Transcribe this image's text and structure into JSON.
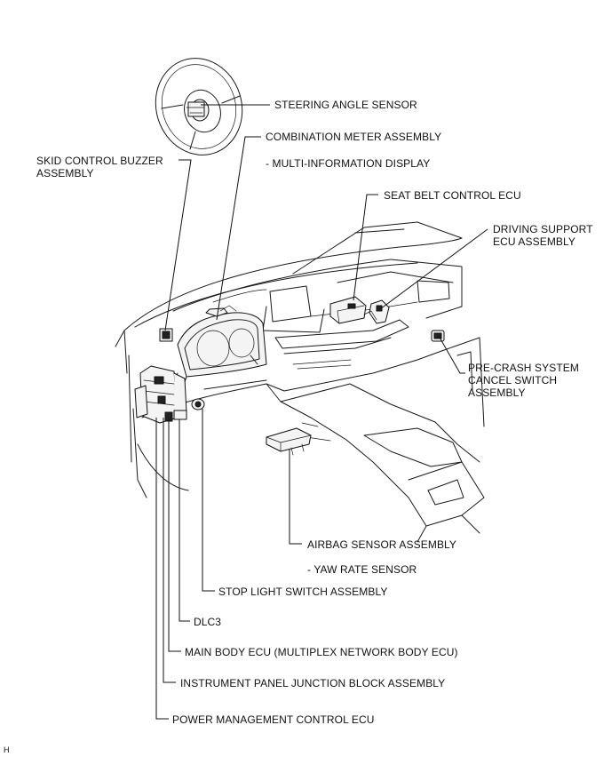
{
  "labels": {
    "steering_angle_sensor": "STEERING ANGLE SENSOR",
    "combination_meter": [
      "COMBINATION METER ASSEMBLY"
    ],
    "multi_information_display": "- MULTI-INFORMATION DISPLAY",
    "skid_control_buzzer": [
      "SKID CONTROL BUZZER",
      "ASSEMBLY"
    ],
    "seat_belt_control_ecu": "SEAT BELT CONTROL ECU",
    "driving_support_ecu": [
      "DRIVING SUPPORT",
      "ECU ASSEMBLY"
    ],
    "pre_crash_switch": [
      "PRE-CRASH SYSTEM",
      "CANCEL SWITCH",
      "ASSEMBLY"
    ],
    "airbag_sensor": "AIRBAG SENSOR ASSEMBLY",
    "yaw_rate_sensor": "- YAW RATE SENSOR",
    "stop_light_switch": "STOP LIGHT SWITCH ASSEMBLY",
    "dlc3": "DLC3",
    "main_body_ecu": "MAIN BODY ECU (MULTIPLEX NETWORK BODY ECU)",
    "instrument_panel_jb": "INSTRUMENT PANEL JUNCTION BLOCK ASSEMBLY",
    "power_management_ecu": "POWER MANAGEMENT CONTROL ECU"
  },
  "figure_code": "H"
}
